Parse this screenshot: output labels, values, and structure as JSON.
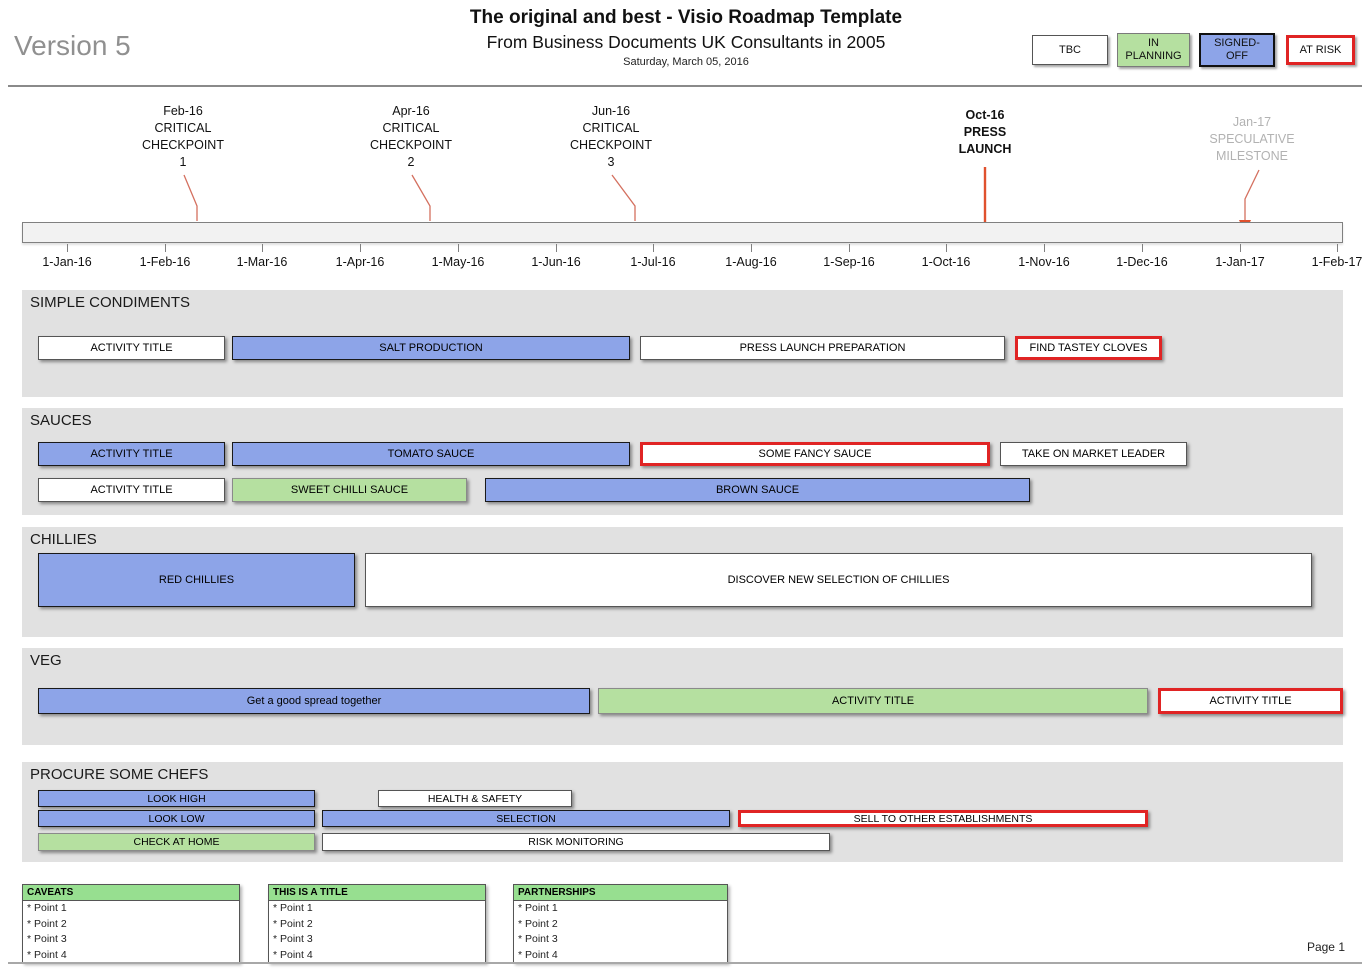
{
  "header": {
    "version": "Version 5",
    "title": "The original and best - Visio Roadmap Template",
    "subtitle": "From Business Documents UK Consultants in 2005",
    "date": "Saturday, March 05, 2016"
  },
  "legend": [
    {
      "label": "TBC",
      "status": "tbc"
    },
    {
      "label": "IN\nPLANNING",
      "status": "in-planning"
    },
    {
      "label": "SIGNED-\nOFF",
      "status": "signed-off"
    },
    {
      "label": "AT RISK",
      "status": "at-risk"
    }
  ],
  "timeline": {
    "months": [
      "1-Jan-16",
      "1-Feb-16",
      "1-Mar-16",
      "1-Apr-16",
      "1-May-16",
      "1-Jun-16",
      "1-Jul-16",
      "1-Aug-16",
      "1-Sep-16",
      "1-Oct-16",
      "1-Nov-16",
      "1-Dec-16",
      "1-Jan-17",
      "1-Feb-17"
    ],
    "milestones": [
      {
        "text": "Feb-16\nCRITICAL\nCHECKPOINT\n1",
        "marker": "x-cross"
      },
      {
        "text": "Apr-16\nCRITICAL\nCHECKPOINT\n2",
        "marker": "x-cross"
      },
      {
        "text": "Jun-16\nCRITICAL\nCHECKPOINT\n3",
        "marker": "x-cross"
      },
      {
        "text": "Oct-16\nPRESS\nLAUNCH",
        "marker": "arrow",
        "emphasis": "bold"
      },
      {
        "text": "Jan-17\nSPECULATIVE\nMILESTONE",
        "marker": "arrow",
        "emphasis": "muted"
      }
    ]
  },
  "lanes": [
    {
      "title": "SIMPLE CONDIMENTS",
      "bars": [
        {
          "label": "ACTIVITY TITLE",
          "status": "tbc"
        },
        {
          "label": "SALT PRODUCTION",
          "status": "signed-off"
        },
        {
          "label": "PRESS LAUNCH PREPARATION",
          "status": "tbc"
        },
        {
          "label": "FIND TASTEY CLOVES",
          "status": "at-risk"
        }
      ]
    },
    {
      "title": "SAUCES",
      "bars": [
        {
          "label": "ACTIVITY TITLE",
          "status": "signed-off"
        },
        {
          "label": "TOMATO SAUCE",
          "status": "signed-off"
        },
        {
          "label": "SOME FANCY SAUCE",
          "status": "at-risk"
        },
        {
          "label": "TAKE ON MARKET LEADER",
          "status": "tbc"
        },
        {
          "label": "ACTIVITY TITLE",
          "status": "tbc"
        },
        {
          "label": "SWEET CHILLI SAUCE",
          "status": "in-planning"
        },
        {
          "label": "BROWN SAUCE",
          "status": "signed-off"
        }
      ]
    },
    {
      "title": "CHILLIES",
      "bars": [
        {
          "label": "RED CHILLIES",
          "status": "signed-off"
        },
        {
          "label": "DISCOVER NEW SELECTION OF CHILLIES",
          "status": "tbc"
        }
      ]
    },
    {
      "title": "VEG",
      "bars": [
        {
          "label": "Get a good spread together",
          "status": "signed-off"
        },
        {
          "label": "ACTIVITY TITLE",
          "status": "in-planning"
        },
        {
          "label": "ACTIVITY TITLE",
          "status": "at-risk"
        }
      ]
    },
    {
      "title": "PROCURE SOME CHEFS",
      "bars": [
        {
          "label": "LOOK HIGH",
          "status": "signed-off"
        },
        {
          "label": "HEALTH & SAFETY",
          "status": "tbc"
        },
        {
          "label": "LOOK LOW",
          "status": "signed-off"
        },
        {
          "label": "SELECTION",
          "status": "signed-off"
        },
        {
          "label": "SELL TO OTHER ESTABLISHMENTS",
          "status": "at-risk"
        },
        {
          "label": "CHECK AT HOME",
          "status": "in-planning"
        },
        {
          "label": "RISK MONITORING",
          "status": "tbc"
        }
      ]
    }
  ],
  "notes": [
    {
      "title": "CAVEATS",
      "points": [
        "* Point 1",
        "* Point 2",
        "* Point 3",
        "* Point 4"
      ]
    },
    {
      "title": "THIS IS A TITLE",
      "points": [
        "* Point 1",
        "* Point 2",
        "* Point 3",
        "* Point 4"
      ]
    },
    {
      "title": "PARTNERSHIPS",
      "points": [
        "* Point 1",
        "* Point 2",
        "* Point 3",
        "* Point 4"
      ]
    }
  ],
  "footer": {
    "page": "Page 1"
  },
  "colors": {
    "signed_off_fill": "#8da4e8",
    "in_planning_fill": "#b5e0a0",
    "at_risk_border": "#e02424",
    "lane_background": "#e1e1e1",
    "marker_red": "#cc3b2a",
    "leader_line": "#d4705f",
    "note_header_fill": "#97df90",
    "muted_text": "#b2b2b2"
  }
}
